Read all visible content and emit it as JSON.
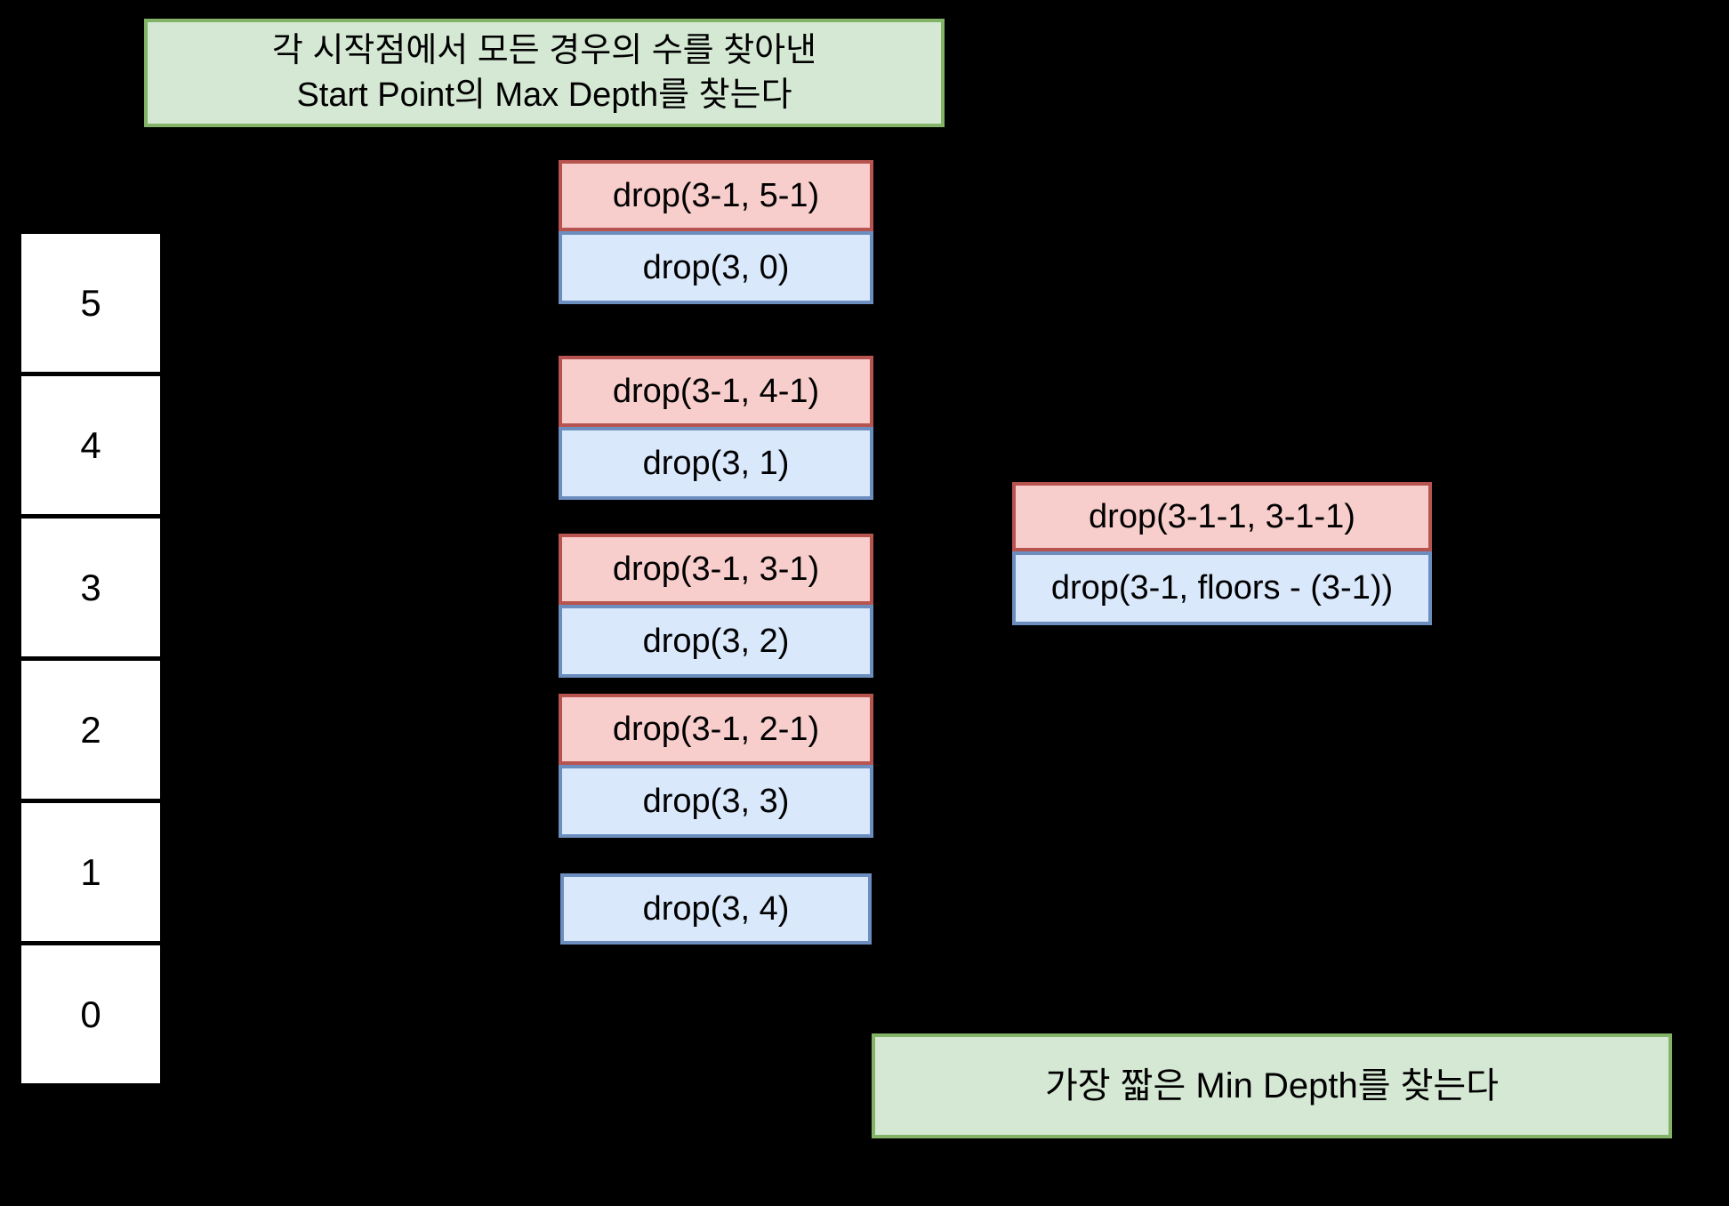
{
  "colors": {
    "background": "#000000",
    "max_fill": "#f8cecc",
    "max_stroke": "#b85450",
    "start_fill": "#dae8fc",
    "start_stroke": "#6c8ebf",
    "note_fill": "#d5e8d4",
    "note_stroke": "#82b366",
    "floor_fill": "#ffffff",
    "text": "#000000"
  },
  "top_banner": {
    "line1": "각 시작점에서 모든 경우의 수를 찾아낸",
    "line2": "Start Point의 Max Depth를 찾는다"
  },
  "bottom_banner": {
    "text": "가장 짧은 Min Depth를 찾는다"
  },
  "floors": {
    "labels": [
      "5",
      "4",
      "3",
      "2",
      "1",
      "0"
    ]
  },
  "call_pairs": [
    {
      "max": "drop(3-1, 5-1)",
      "start": "drop(3, 0)"
    },
    {
      "max": "drop(3-1, 4-1)",
      "start": "drop(3, 1)"
    },
    {
      "max": "drop(3-1, 3-1)",
      "start": "drop(3, 2)"
    },
    {
      "max": "drop(3-1, 2-1)",
      "start": "drop(3, 3)"
    },
    {
      "start": "drop(3, 4)"
    }
  ],
  "recursion_pair": {
    "max": "drop(3-1-1, 3-1-1)",
    "start": "drop(3-1, floors - (3-1))"
  }
}
